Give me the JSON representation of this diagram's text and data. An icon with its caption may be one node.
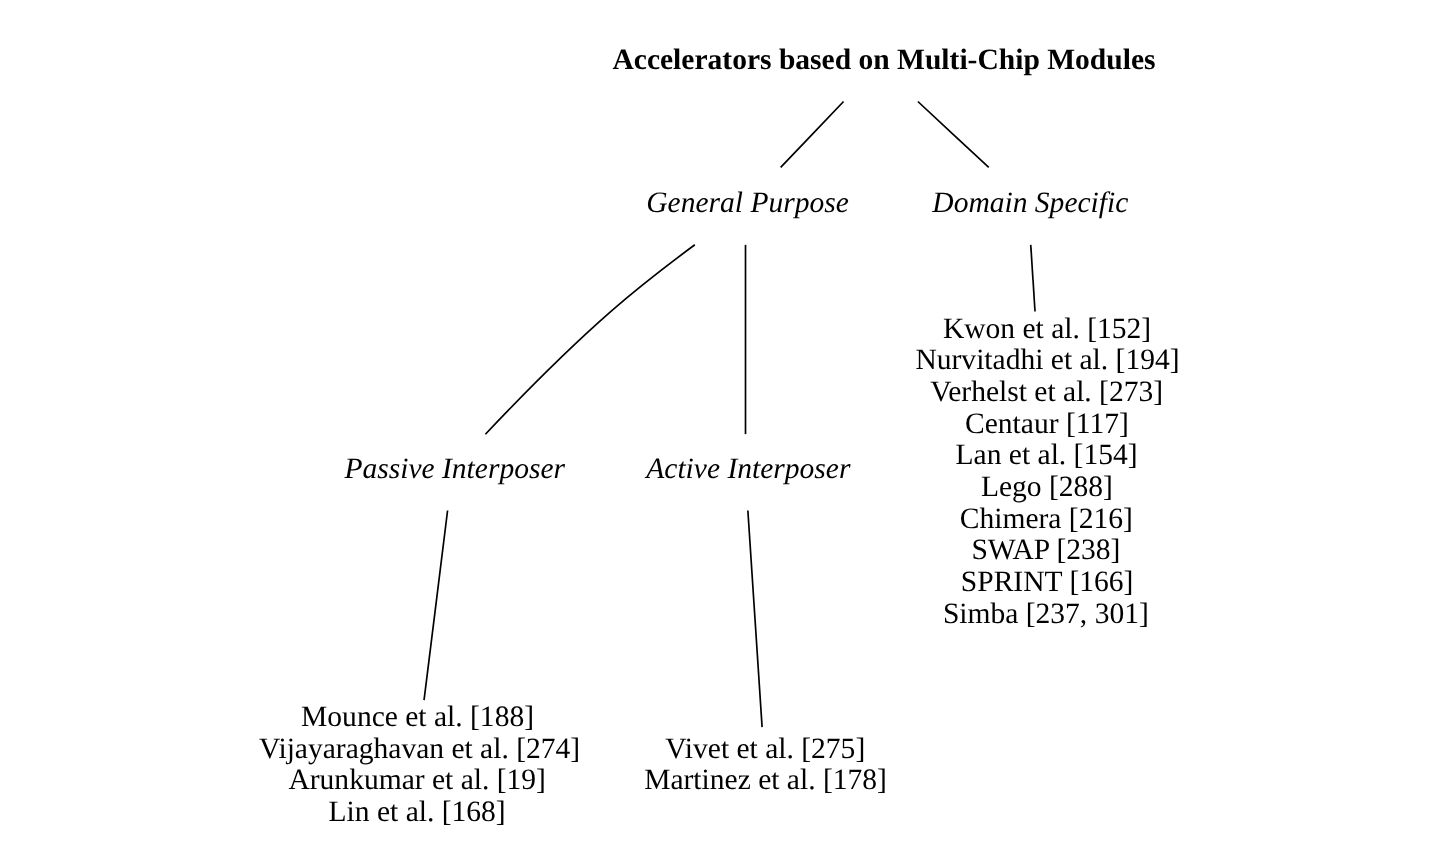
{
  "diagram": {
    "nodes": [
      {
        "text": [
          "Accelerators based on Multi-Chip Modules"
        ]
      },
      {
        "text": [
          "General Purpose"
        ]
      },
      {
        "text": [
          "Domain Specific"
        ]
      },
      {
        "text": [
          "Passive Interposer"
        ]
      },
      {
        "text": [
          "Active Interposer"
        ]
      },
      {
        "text": [
          "Mounce et al. [188]",
          "Vijayaraghavan et al. [274]",
          "Arunkumar et al. [19]",
          "Lin et al. [168]"
        ]
      },
      {
        "text": [
          "Vivet et al. [275]",
          "Martinez et al. [178]"
        ]
      },
      {
        "text": [
          "Kwon et al. [152]",
          "Nurvitadhi et al. [194]",
          "Verhelst et al. [273]",
          "Centaur [117]",
          "Lan et al. [154]",
          "Lego [288]",
          "Chimera [216]",
          "SWAP [238]",
          "SPRINT [166]",
          "Simba [237, 301]"
        ]
      }
    ],
    "edges": [
      {
        "from": 0,
        "to": 1,
        "arrow": "none"
      },
      {
        "from": 0,
        "to": 2,
        "arrow": "none"
      },
      {
        "from": 1,
        "to": 3,
        "arrow": "none"
      },
      {
        "from": 1,
        "to": 4,
        "arrow": "none"
      },
      {
        "from": 3,
        "to": 5,
        "arrow": "none"
      },
      {
        "from": 4,
        "to": 6,
        "arrow": "none"
      },
      {
        "from": 2,
        "to": 7,
        "arrow": "none"
      }
    ]
  }
}
